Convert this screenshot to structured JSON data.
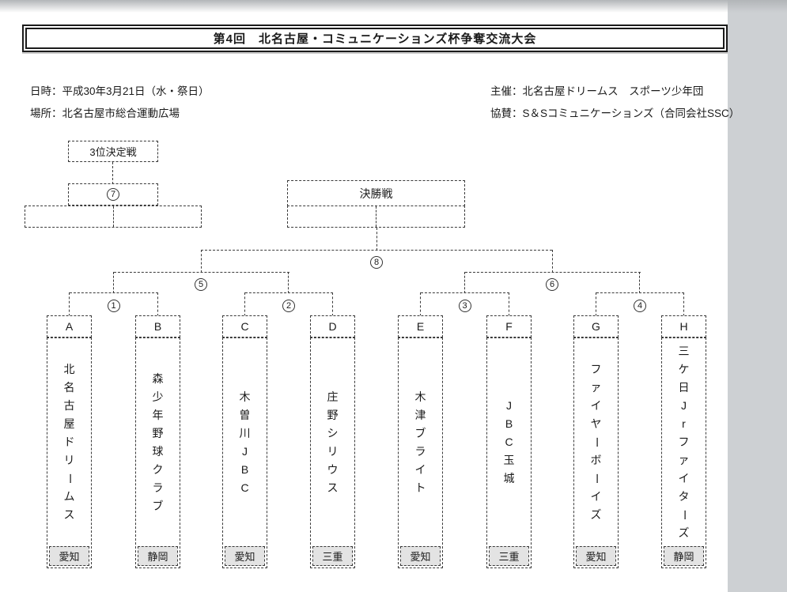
{
  "header": {
    "title": "第4回　北名古屋・コミュニケーションズ杯争奪交流大会"
  },
  "info": {
    "datetime": "日時：平成30年3月21日（水・祭日）",
    "venue": "場所：北名古屋市総合運動広場",
    "organizer": "主催：北名古屋ドリームス　スポーツ少年団",
    "sponsor": "協賛：S＆Sコミュニケーションズ（合同会社SSC）"
  },
  "bracket": {
    "third_place_label": "3位決定戦",
    "final_label": "決勝戦",
    "match_numbers": {
      "m1": "1",
      "m2": "2",
      "m3": "3",
      "m4": "4",
      "m5": "5",
      "m6": "6",
      "m7": "7",
      "m8": "8"
    }
  },
  "teams": [
    {
      "seed": "A",
      "name": "北名古屋ドリームス",
      "prefecture": "愛知"
    },
    {
      "seed": "B",
      "name": "森少年野球クラブ",
      "prefecture": "静岡"
    },
    {
      "seed": "C",
      "name": "木曽川JBC",
      "prefecture": "愛知"
    },
    {
      "seed": "D",
      "name": "庄野シリウス",
      "prefecture": "三重"
    },
    {
      "seed": "E",
      "name": "木津ブライト",
      "prefecture": "愛知"
    },
    {
      "seed": "F",
      "name": "JBC玉城",
      "prefecture": "三重"
    },
    {
      "seed": "G",
      "name": "ファイヤーボーイズ",
      "prefecture": "愛知"
    },
    {
      "seed": "H",
      "name": "三ケ日Jrファイターズ",
      "prefecture": "静岡"
    }
  ],
  "colors": {
    "page": "#ffffff",
    "margin_gray": "#cdd0d3",
    "prefecture_bg": "#e3e3e3",
    "line": "#3a3a3a",
    "title_border": "#1b1b1b"
  }
}
